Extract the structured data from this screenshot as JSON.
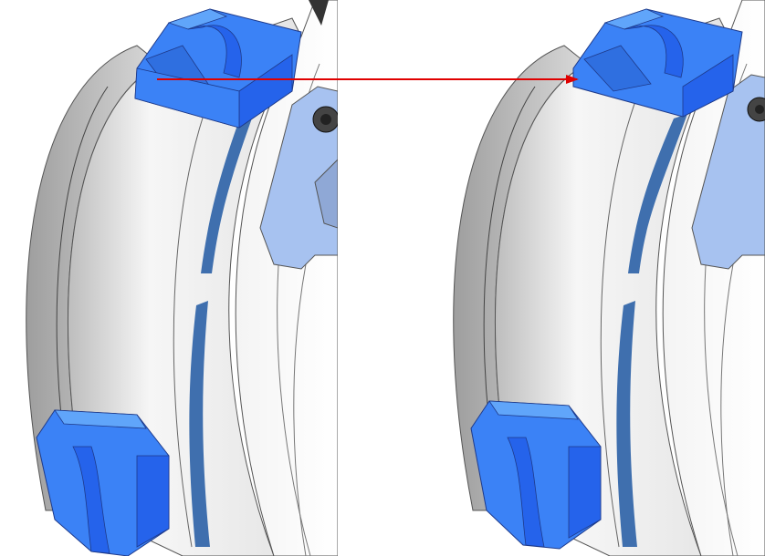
{
  "figure": {
    "panels": [
      {
        "id": "before",
        "caption": ""
      },
      {
        "id": "after",
        "caption": ""
      }
    ],
    "colors": {
      "jaw_blue": "#3b82f6",
      "jaw_blue_dark": "#2563eb",
      "jaw_blue_light": "#60a5fa",
      "chuck_body": "#e9e9e9",
      "chuck_shadow": "#bdbdbd",
      "slot_blue": "#3f6fae",
      "plate_blue": "#a7c2f0",
      "arrow": "#e00000"
    },
    "icons": {
      "arrow": "red-arrow-right"
    }
  }
}
